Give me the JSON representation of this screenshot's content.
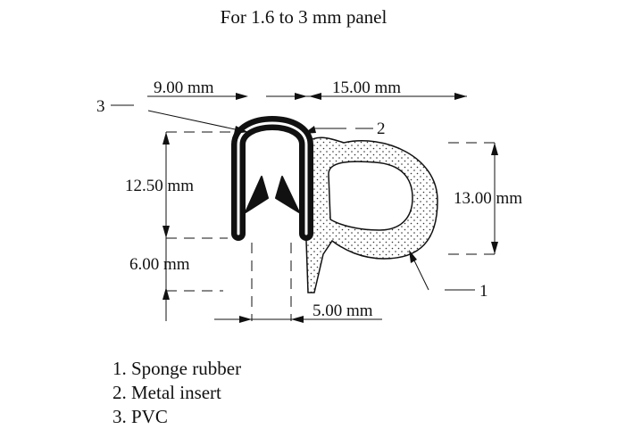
{
  "title": "For 1.6 to 3 mm panel",
  "dimensions": {
    "top_left": "9.00 mm",
    "top_right": "15.00 mm",
    "height_left": "12.50 mm",
    "height_lower": "6.00 mm",
    "height_right": "13.00 mm",
    "bottom": "5.00 mm"
  },
  "callouts": {
    "c1": "1",
    "c2": "2",
    "c3": "3"
  },
  "legend": [
    "1. Sponge rubber",
    "2. Metal insert",
    "3. PVC"
  ],
  "colors": {
    "ink": "#111111",
    "sponge_fill": "#ffffff",
    "pvc": "#111111"
  }
}
